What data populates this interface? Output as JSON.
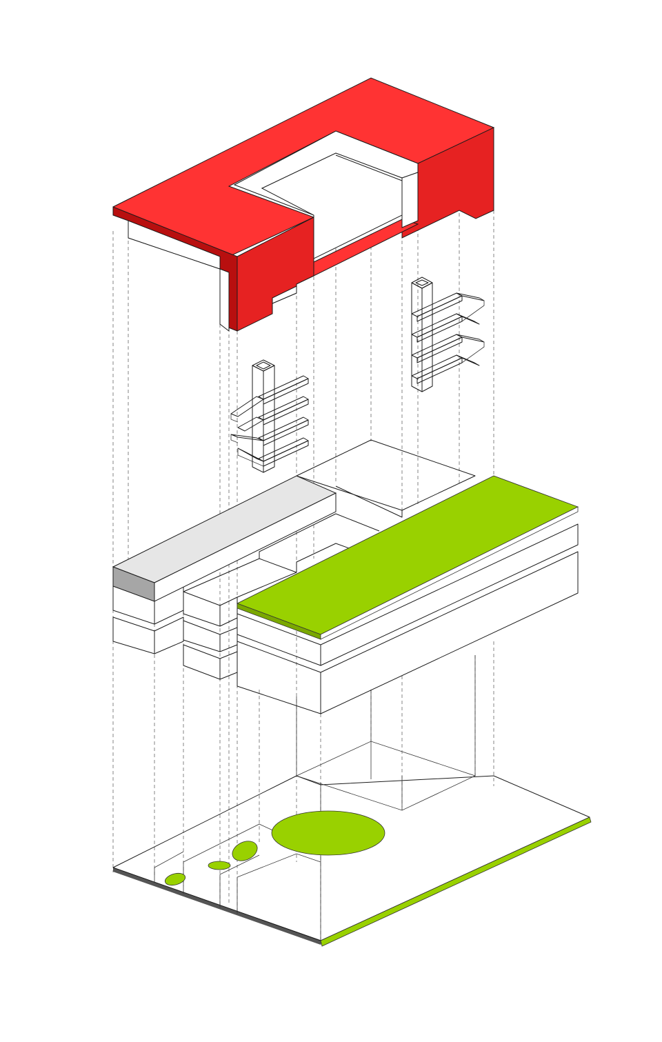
{
  "colors": {
    "background": "#ffffff",
    "roof_top": "#ff3333",
    "roof_side": "#e62222",
    "roof_dark": "#b80f0f",
    "green": "#99d100",
    "green_dark": "#7aa800",
    "grey_top": "#e6e6e6",
    "grey_side": "#a6a6a6",
    "line": "#1a1a1a",
    "projection": "#777777"
  },
  "layers": [
    {
      "name": "roof",
      "color": "red"
    },
    {
      "name": "stair-cores",
      "count": 2,
      "flights": 4
    },
    {
      "name": "floor-slabs",
      "green_deck": true,
      "grey_block": true
    },
    {
      "name": "ground-plane",
      "green_ellipses": 4,
      "green_strip": true
    }
  ]
}
